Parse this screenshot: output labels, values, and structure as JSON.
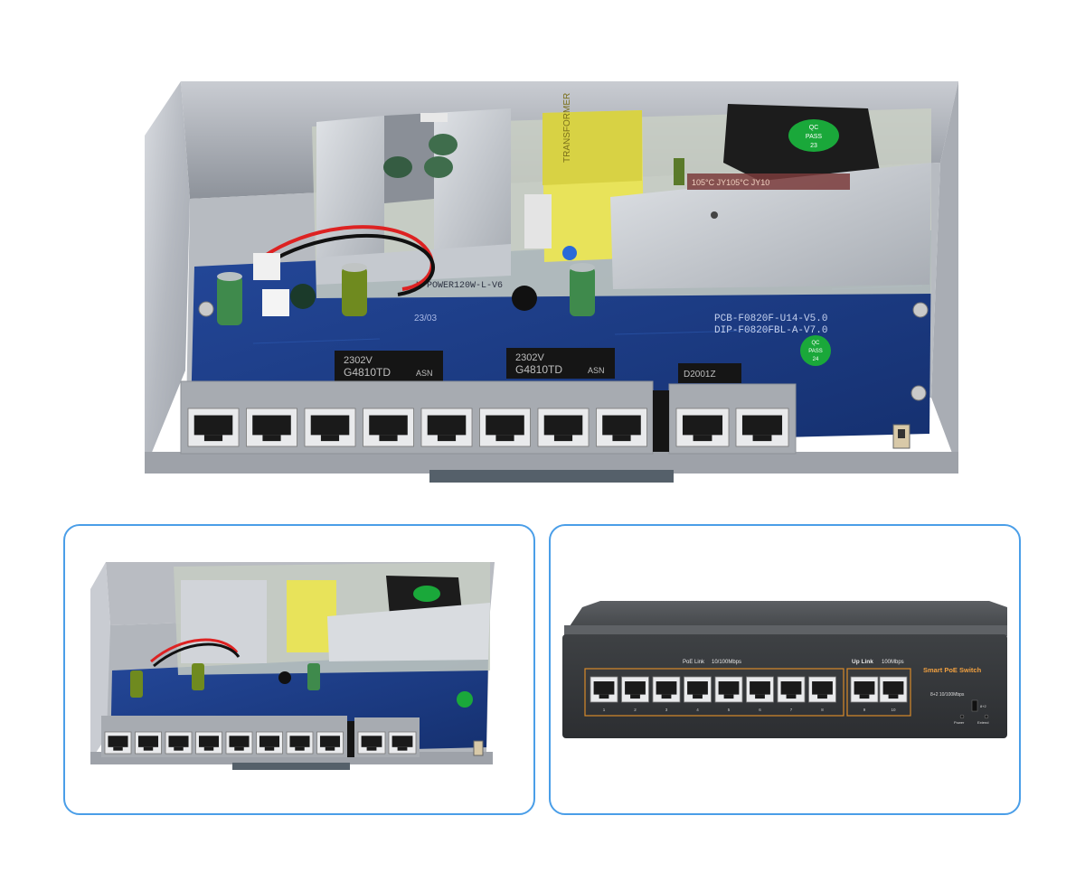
{
  "hero": {
    "pcb_label_1": "PCB-F0820F-U14-V5.0",
    "pcb_label_2": "DIP-F0820FBL-A-V7.0",
    "power_board_label": "H-POWER120W-L-V6",
    "date_code": "23/03",
    "chip_1": "G4810TD",
    "chip_1_code": "2302V",
    "chip_2": "G4810TD",
    "chip_2_code": "2302V",
    "chip_brand": "ASN",
    "part_code": "D2001Z",
    "qc_label_top": "QC",
    "qc_label_mid": "PASS",
    "qc_num_1": "23",
    "qc_num_2": "24",
    "capacitor_text": "105°C JY105°C JY10"
  },
  "switch_front": {
    "poe_label": "PoE Link",
    "speed_label_1": "10/100Mbps",
    "uplink_label": "Up Link",
    "speed_label_2": "100Mbps",
    "brand_label": "Smart PoE Switch",
    "sub_label": "8+2 10/100Mbps",
    "power_led_label": "Power",
    "extend_label": "Extend",
    "toggle_label": "8+2",
    "port_numbers": [
      "1",
      "2",
      "3",
      "4",
      "5",
      "6",
      "7",
      "8",
      "9",
      "10"
    ]
  },
  "colors": {
    "pcb_blue": "#1c3f8f",
    "chassis_gray": "#b9bcc2",
    "panel_border": "#4a9ee8",
    "switch_body": "#4d4f52",
    "accent_orange": "#d88a2a",
    "port_white": "#e9eaec"
  }
}
